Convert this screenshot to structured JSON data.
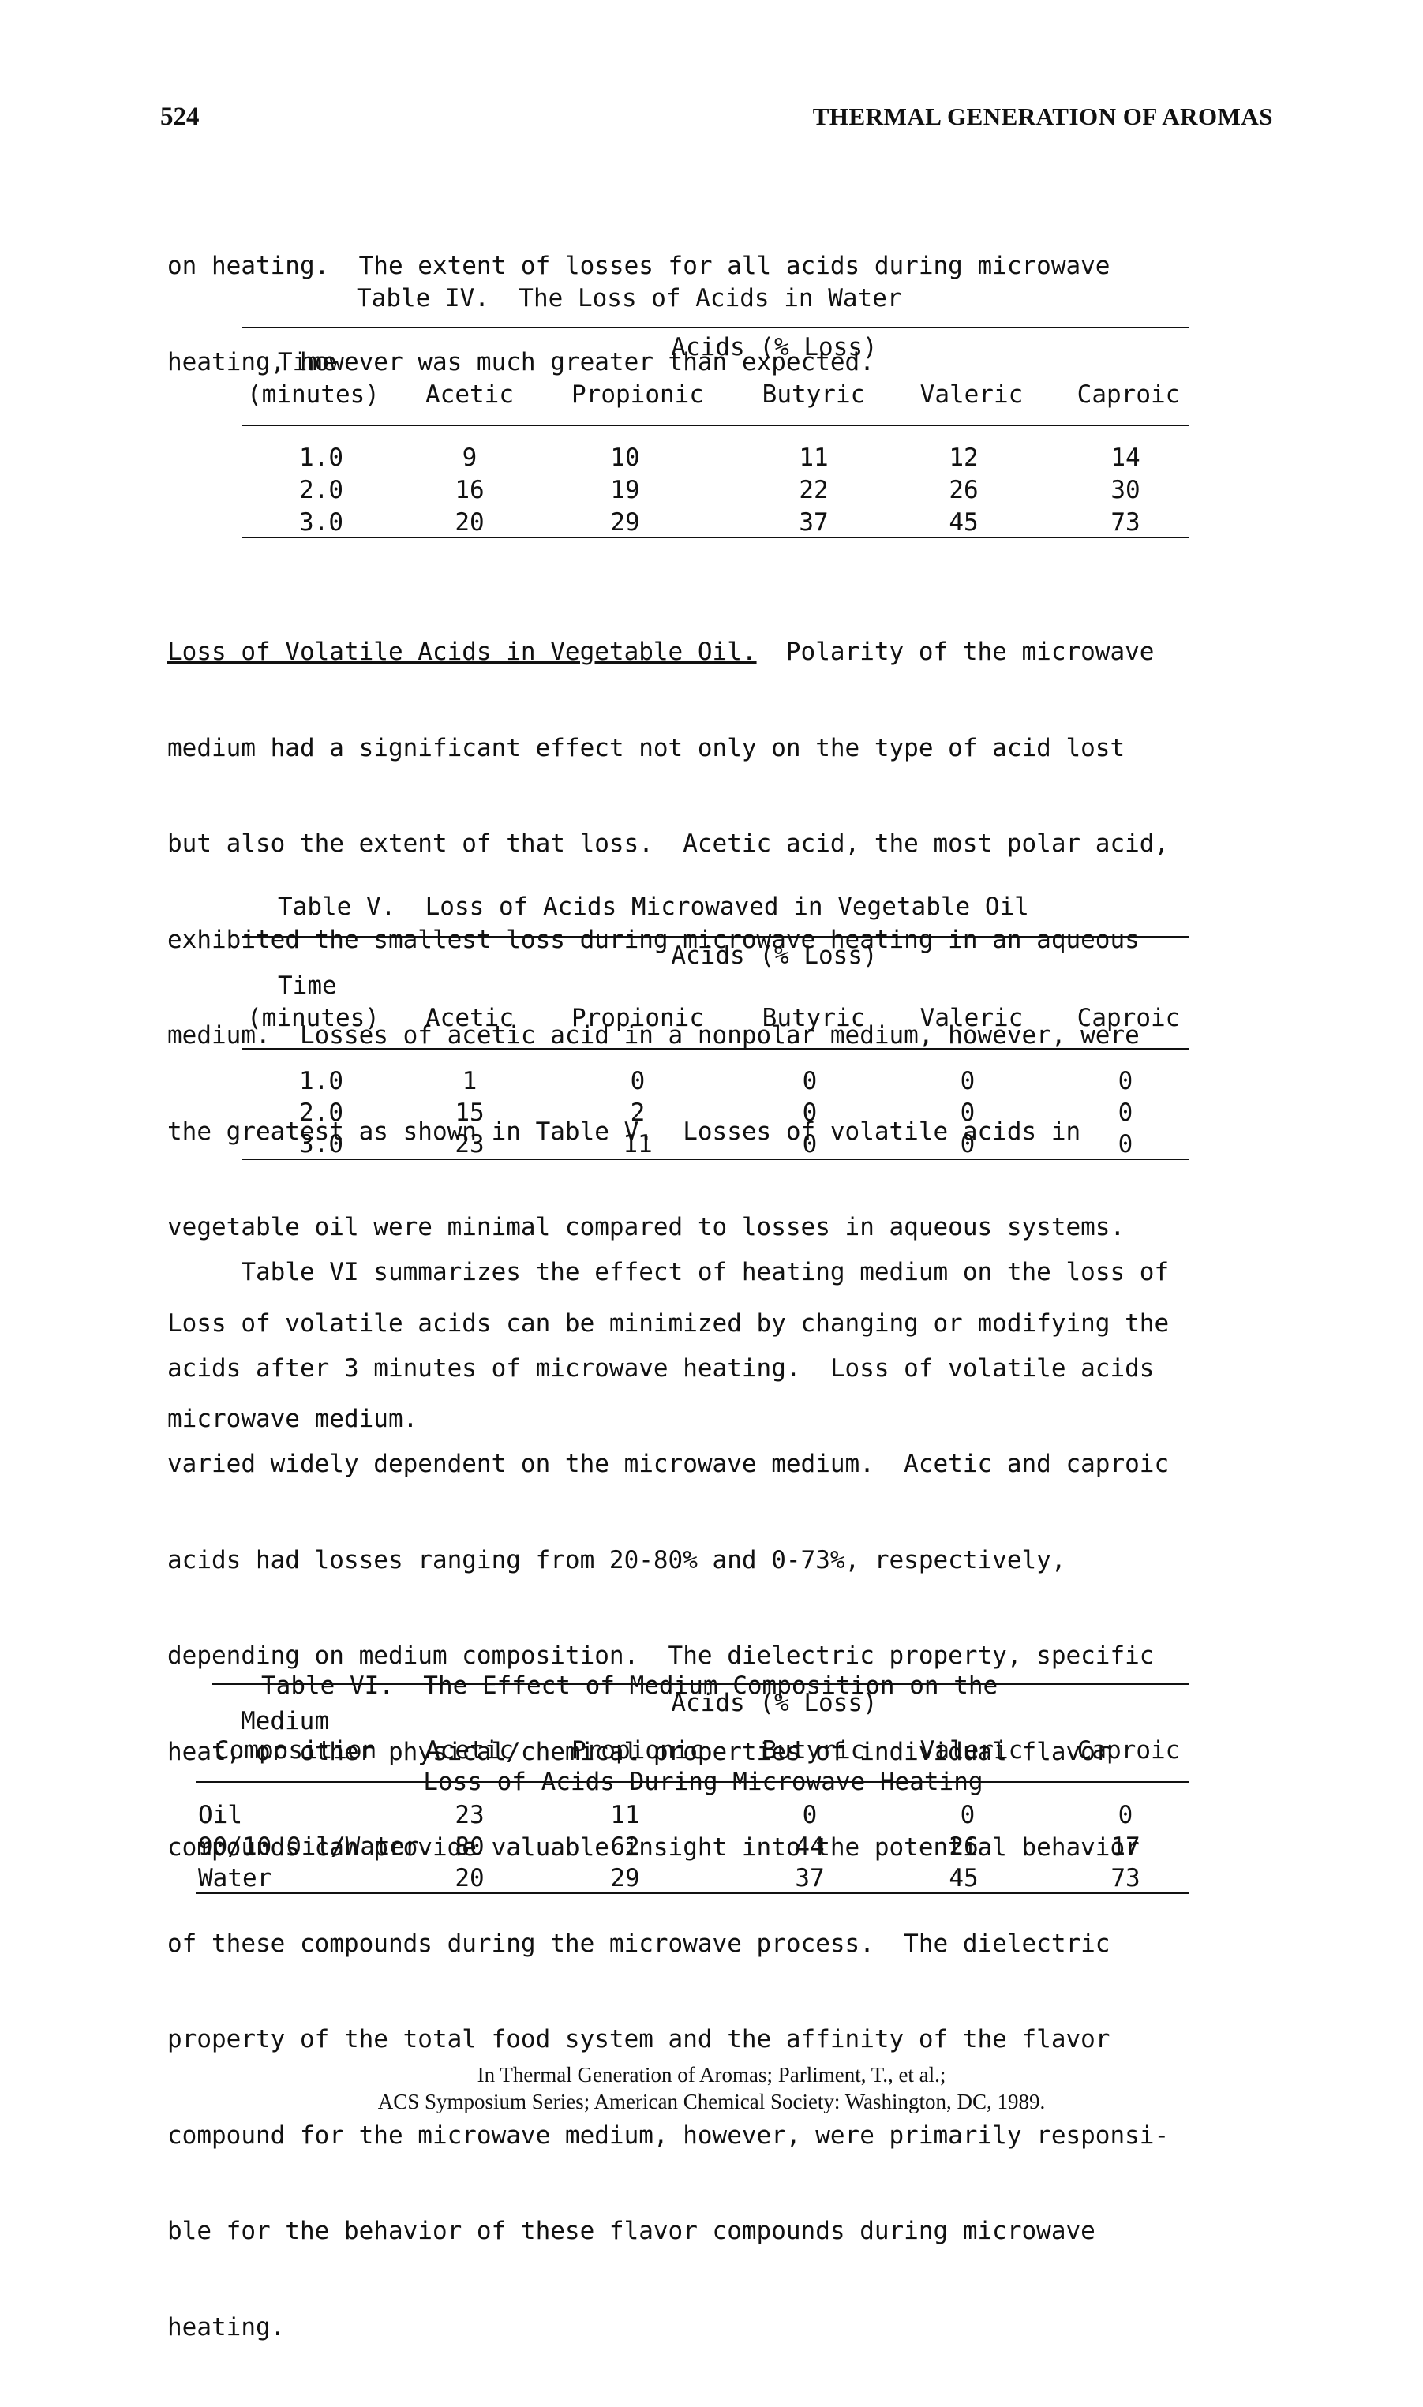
{
  "header": {
    "page_number": "524",
    "running_title": "THERMAL GENERATION OF AROMAS"
  },
  "intro_paragraph": {
    "lines": [
      "on heating.  The extent of losses for all acids during microwave",
      "heating, however was much greater than expected."
    ]
  },
  "table_iv": {
    "caption": "Table IV.  The Loss of Acids in Water",
    "group_header": "Acids (% Loss)",
    "row_header_line1": "Time",
    "row_header_line2": "(minutes)",
    "columns": [
      "Acetic",
      "Propionic",
      "Butyric",
      "Valeric",
      "Caproic"
    ],
    "rows": [
      {
        "label": "1.0",
        "values": [
          "9",
          "10",
          "11",
          "12",
          "14"
        ]
      },
      {
        "label": "2.0",
        "values": [
          "16",
          "19",
          "22",
          "26",
          "30"
        ]
      },
      {
        "label": "3.0",
        "values": [
          "20",
          "29",
          "37",
          "45",
          "73"
        ]
      }
    ]
  },
  "section_vegetable_oil": {
    "heading": "Loss of Volatile Acids in Vegetable Oil.",
    "first_line_rest": "  Polarity of the microwave",
    "lines": [
      "medium had a significant effect not only on the type of acid lost",
      "but also the extent of that loss.  Acetic acid, the most polar acid,",
      "exhibited the smallest loss during microwave heating in an aqueous",
      "medium.  Losses of acetic acid in a nonpolar medium, however, were",
      "the greatest as shown in Table V.  Losses of volatile acids in",
      "vegetable oil were minimal compared to losses in aqueous systems.",
      "Loss of volatile acids can be minimized by changing or modifying the",
      "microwave medium."
    ]
  },
  "table_v": {
    "caption": "Table V.  Loss of Acids Microwaved in Vegetable Oil",
    "group_header": "Acids (% Loss)",
    "row_header_line1": "Time",
    "row_header_line2": "(minutes)",
    "columns": [
      "Acetic",
      "Propionic",
      "Butyric",
      "Valeric",
      "Caproic"
    ],
    "rows": [
      {
        "label": "1.0",
        "values": [
          "1",
          "0",
          "0",
          "0",
          "0"
        ]
      },
      {
        "label": "2.0",
        "values": [
          "15",
          "2",
          "0",
          "0",
          "0"
        ]
      },
      {
        "label": "3.0",
        "values": [
          "23",
          "11",
          "0",
          "0",
          "0"
        ]
      }
    ]
  },
  "table_vi_paragraph": {
    "lines": [
      "     Table VI summarizes the effect of heating medium on the loss of",
      "acids after 3 minutes of microwave heating.  Loss of volatile acids",
      "varied widely dependent on the microwave medium.  Acetic and caproic",
      "acids had losses ranging from 20-80% and 0-73%, respectively,",
      "depending on medium composition.  The dielectric property, specific",
      "heat, or other physical/chemical properties of individual flavor",
      "compounds can provide valuable insight into the potential behavior",
      "of these compounds during the microwave process.  The dielectric",
      "property of the total food system and the affinity of the flavor",
      "compound for the microwave medium, however, were primarily responsi-",
      "ble for the behavior of these flavor compounds during microwave",
      "heating."
    ]
  },
  "table_vi": {
    "caption_line1": "Table VI.  The Effect of Medium Composition on the",
    "caption_line2": "           Loss of Acids During Microwave Heating",
    "group_header": "Acids (% Loss)",
    "row_header_line1": "Medium",
    "row_header_line2": "Composition",
    "columns": [
      "Acetic",
      "Propionic",
      "Butyric",
      "Valeric",
      "Caproic"
    ],
    "rows": [
      {
        "label": "Oil",
        "values": [
          "23",
          "11",
          "0",
          "0",
          "0"
        ]
      },
      {
        "label": "90/10 Oil/Water",
        "values": [
          "80",
          "62",
          "44",
          "26",
          "17"
        ]
      },
      {
        "label": "Water",
        "values": [
          "20",
          "29",
          "37",
          "45",
          "73"
        ]
      }
    ]
  },
  "footer": {
    "line1": "In Thermal Generation of Aromas; Parliment, T., et al.;",
    "line2": "ACS Symposium Series; American Chemical Society: Washington, DC, 1989."
  }
}
